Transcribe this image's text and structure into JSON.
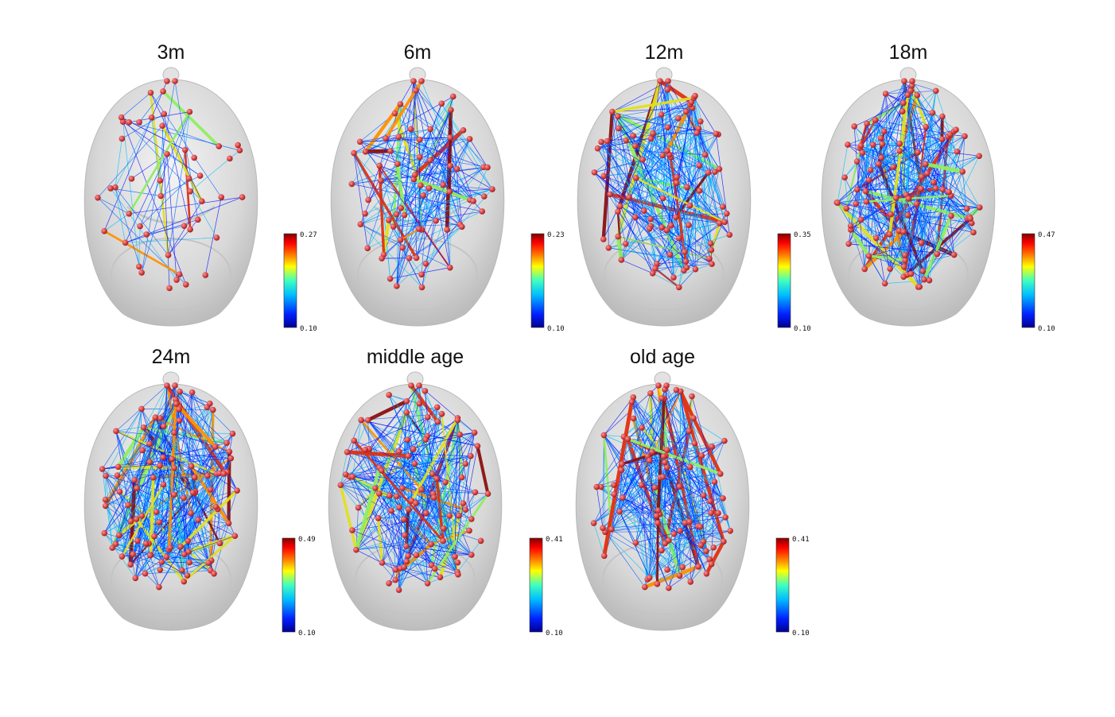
{
  "figure": {
    "panels": [
      {
        "title": "3m",
        "cbar_max": "0.27",
        "cbar_min": "0.10",
        "density": 0.12,
        "seed": 3
      },
      {
        "title": "6m",
        "cbar_max": "0.23",
        "cbar_min": "0.10",
        "density": 0.45,
        "seed": 6
      },
      {
        "title": "12m",
        "cbar_max": "0.35",
        "cbar_min": "0.10",
        "density": 0.75,
        "seed": 12
      },
      {
        "title": "18m",
        "cbar_max": "0.47",
        "cbar_min": "0.10",
        "density": 0.95,
        "seed": 18
      },
      {
        "title": "24m",
        "cbar_max": "0.49",
        "cbar_min": "0.10",
        "density": 1.0,
        "seed": 24
      },
      {
        "title": "middle age",
        "cbar_max": "0.41",
        "cbar_min": "0.10",
        "density": 0.85,
        "seed": 40
      },
      {
        "title": "old age",
        "cbar_max": "0.41",
        "cbar_min": "0.10",
        "density": 0.8,
        "seed": 70
      }
    ],
    "colormap": [
      "#00008f",
      "#0040ff",
      "#00bfff",
      "#40ffbf",
      "#bfff40",
      "#ffbf00",
      "#ff4000",
      "#800000"
    ],
    "node_color": "#d94343",
    "head_color": "#dcdcdc"
  }
}
